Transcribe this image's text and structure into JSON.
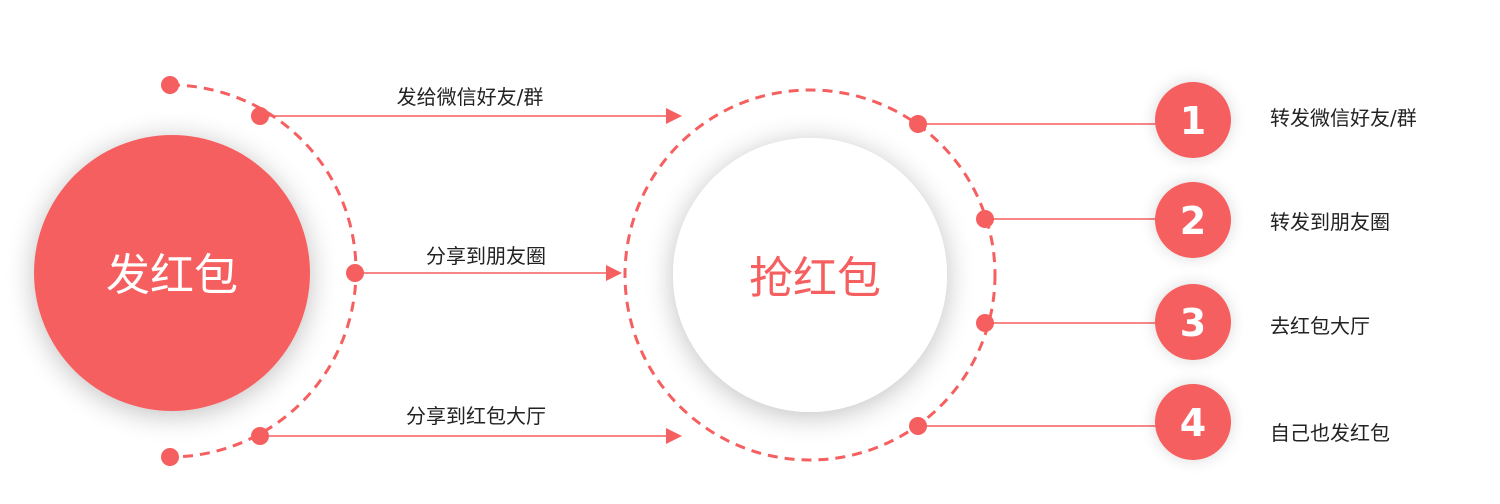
{
  "colors": {
    "accent": "#f65f5f",
    "text": "#222222",
    "white": "#ffffff"
  },
  "send": {
    "title": "发红包"
  },
  "grab": {
    "title": "抢红包"
  },
  "channels": [
    {
      "label": "发给微信好友/群"
    },
    {
      "label": "分享到朋友圈"
    },
    {
      "label": "分享到红包大厅"
    }
  ],
  "actions": [
    {
      "number": "1",
      "label": "转发微信好友/群"
    },
    {
      "number": "2",
      "label": "转发到朋友圈"
    },
    {
      "number": "3",
      "label": "去红包大厅"
    },
    {
      "number": "4",
      "label": "自己也发红包"
    }
  ]
}
